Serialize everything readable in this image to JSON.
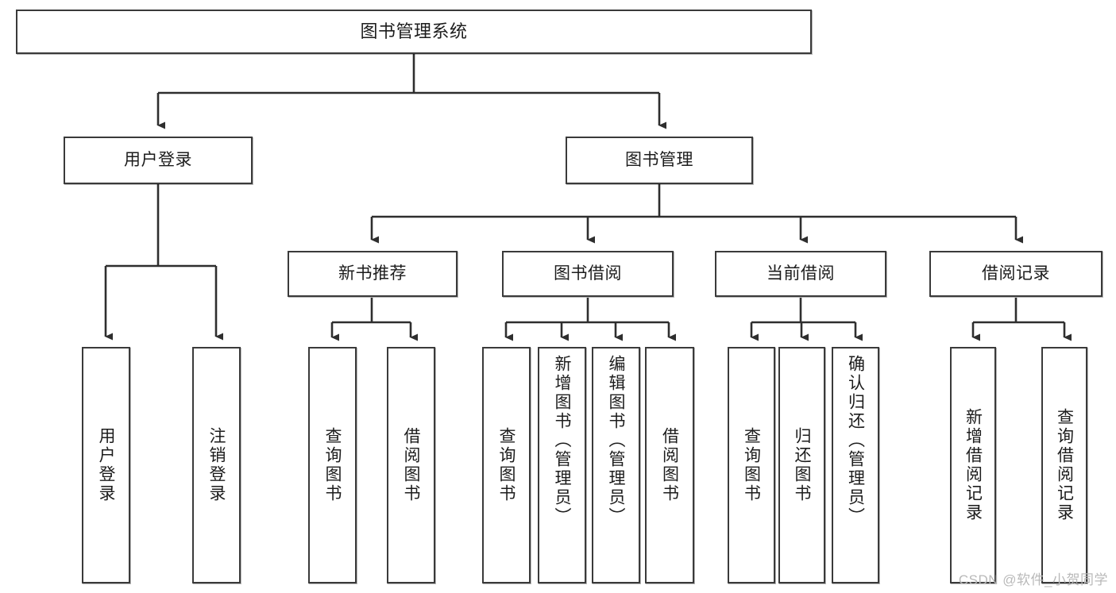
{
  "diagram": {
    "type": "tree",
    "title": "图书管理系统",
    "orientation": "top-down",
    "edge_color": "#333333",
    "node_border_color": "#3a3a3a",
    "node_fill_color": "#ffffff",
    "text_color": "#1c1c1c"
  },
  "nodes": {
    "root": {
      "label": "图书管理系统",
      "level": 1
    },
    "level2": [
      {
        "id": "user_login",
        "label": "用户登录"
      },
      {
        "id": "book_mgmt",
        "label": "图书管理"
      }
    ],
    "level3": [
      {
        "id": "new_book_rec",
        "label": "新书推荐",
        "parent": "book_mgmt"
      },
      {
        "id": "book_borrow",
        "label": "图书借阅",
        "parent": "book_mgmt"
      },
      {
        "id": "current_borrow",
        "label": "当前借阅",
        "parent": "book_mgmt"
      },
      {
        "id": "borrow_record",
        "label": "借阅记录",
        "parent": "book_mgmt"
      }
    ],
    "leaves": [
      {
        "id": "leaf_user_login",
        "label": "用户登录",
        "parent": "user_login"
      },
      {
        "id": "leaf_logout",
        "label": "注销登录",
        "parent": "user_login"
      },
      {
        "id": "leaf_query_book_rec",
        "label": "查询图书",
        "parent": "new_book_rec"
      },
      {
        "id": "leaf_borrow_book_rec",
        "label": "借阅图书",
        "parent": "new_book_rec"
      },
      {
        "id": "leaf_query_book_b",
        "label": "查询图书",
        "parent": "book_borrow"
      },
      {
        "id": "leaf_add_book",
        "label": "新增图书（管理员）",
        "parent": "book_borrow"
      },
      {
        "id": "leaf_edit_book",
        "label": "编辑图书（管理员）",
        "parent": "book_borrow"
      },
      {
        "id": "leaf_borrow_book_b",
        "label": "借阅图书",
        "parent": "book_borrow"
      },
      {
        "id": "leaf_query_book_c",
        "label": "查询图书",
        "parent": "current_borrow"
      },
      {
        "id": "leaf_return_book",
        "label": "归还图书",
        "parent": "current_borrow"
      },
      {
        "id": "leaf_confirm_return",
        "label": "确认归还（管理员）",
        "parent": "current_borrow"
      },
      {
        "id": "leaf_add_record",
        "label": "新增借阅记录",
        "parent": "borrow_record"
      },
      {
        "id": "leaf_query_record",
        "label": "查询借阅记录",
        "parent": "borrow_record"
      }
    ]
  },
  "watermark": {
    "text": "CSDN @软件_小贺同学"
  }
}
